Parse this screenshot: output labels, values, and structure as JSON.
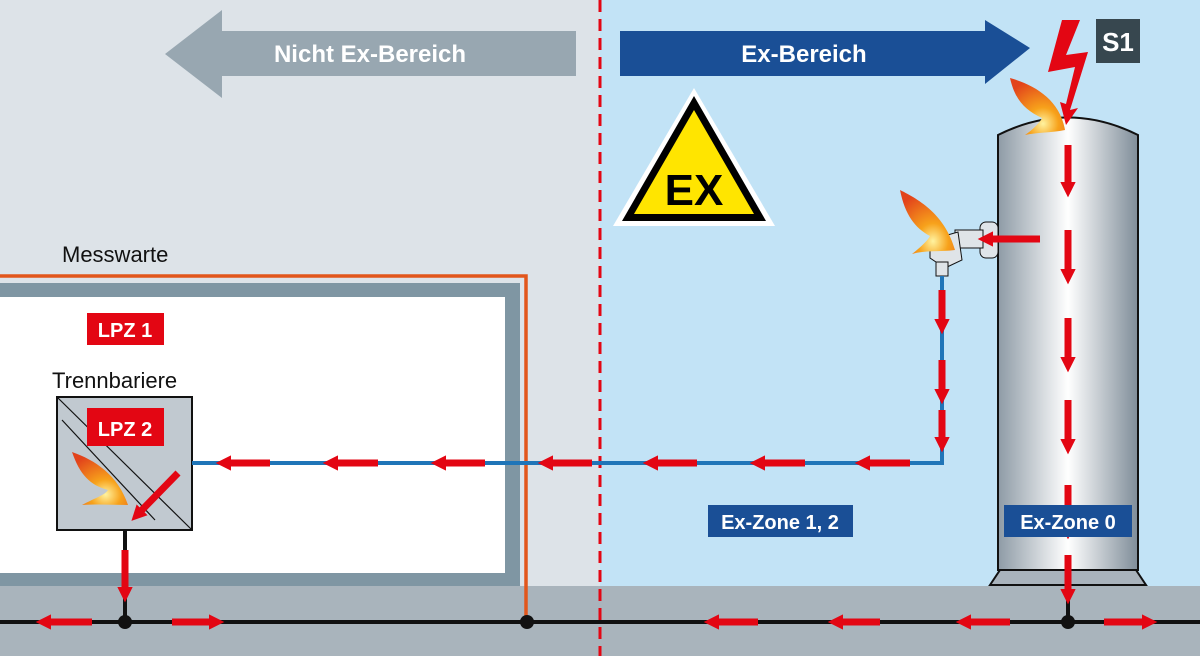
{
  "arrows": {
    "non_ex": "Nicht Ex-Bereich",
    "ex": "Ex-Bereich"
  },
  "badges": {
    "s1": "S1",
    "ex_sign": "EX",
    "lpz1": "LPZ 1",
    "lpz2": "LPZ 2",
    "zone12": "Ex-Zone 1, 2",
    "zone0": "Ex-Zone 0"
  },
  "labels": {
    "control_room": "Messwarte",
    "isolator": "Trennbariere"
  },
  "colors": {
    "non_ex_bg": "#dde3e8",
    "ex_bg": "#c2e3f6",
    "red": "#e30613",
    "blue": "#1a4f96",
    "ground": "#a9b4bc",
    "orange": "#e2561b"
  }
}
